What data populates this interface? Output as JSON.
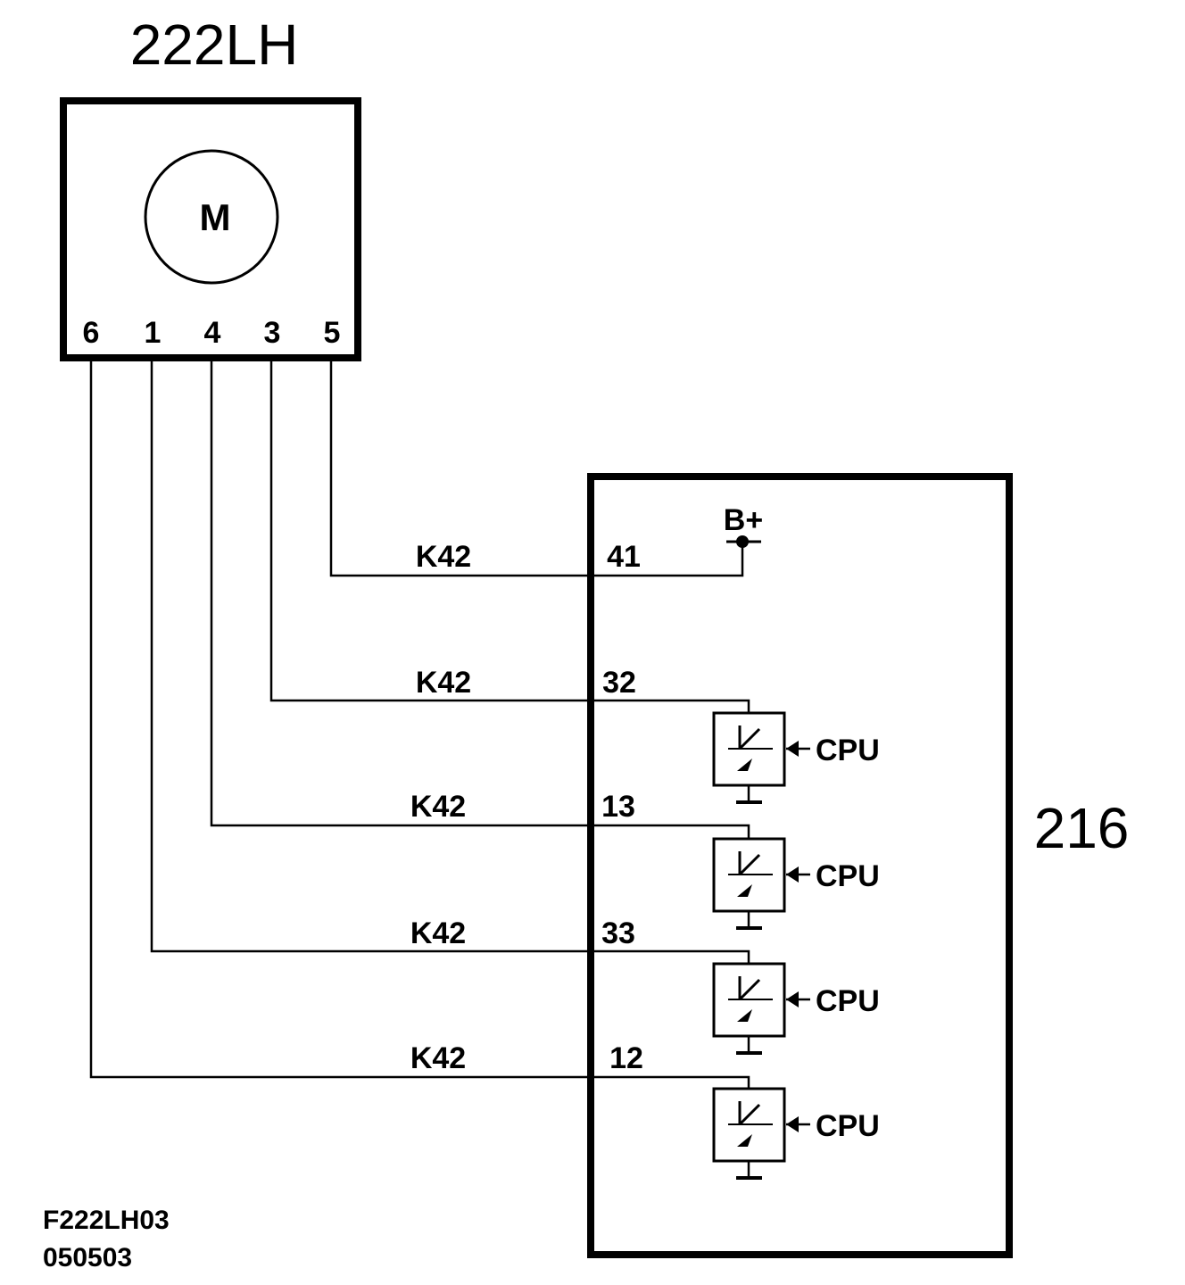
{
  "motor_module": {
    "title": "222LH",
    "symbol": "M",
    "pins": [
      "6",
      "1",
      "4",
      "3",
      "5"
    ]
  },
  "control_module": {
    "title": "216",
    "supply": "B+",
    "driver_input": "CPU"
  },
  "connections": [
    {
      "motor_pin": "5",
      "wire": "K42",
      "module_pin": "41"
    },
    {
      "motor_pin": "3",
      "wire": "K42",
      "module_pin": "32"
    },
    {
      "motor_pin": "4",
      "wire": "K42",
      "module_pin": "13"
    },
    {
      "motor_pin": "1",
      "wire": "K42",
      "module_pin": "33"
    },
    {
      "motor_pin": "6",
      "wire": "K42",
      "module_pin": "12"
    }
  ],
  "drivers": [
    {
      "label": "CPU"
    },
    {
      "label": "CPU"
    },
    {
      "label": "CPU"
    },
    {
      "label": "CPU"
    }
  ],
  "footer": {
    "code": "F222LH03",
    "date": "050503"
  }
}
